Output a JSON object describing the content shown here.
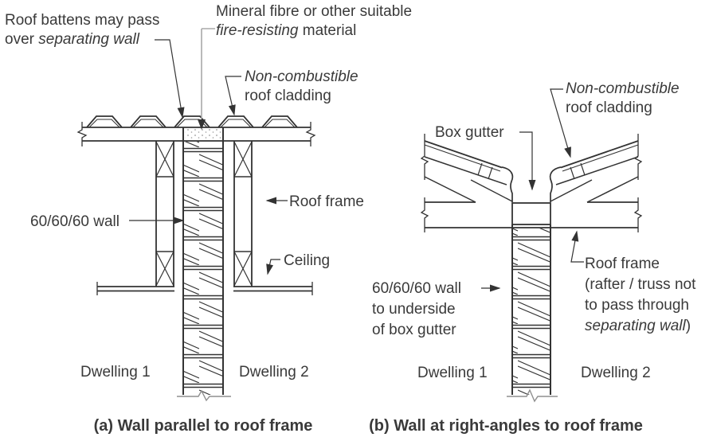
{
  "colors": {
    "ink": "#333333",
    "gray_leader": "#a8a8a8",
    "stipple_dots": "#999999"
  },
  "panel_a": {
    "caption": "(a) Wall parallel to roof frame",
    "labels": {
      "roof_battens": {
        "line1": "Roof battens may pass",
        "line2_text": "over ",
        "line2_italic": "separating wall"
      },
      "mineral_fibre": {
        "line1": "Mineral fibre or other suitable",
        "line2_italic": "fire-resisting",
        "line2_text": " material"
      },
      "roof_cladding": {
        "line1_italic": "Non-combustible",
        "line2": "roof cladding"
      },
      "wall": "60/60/60 wall",
      "roof_frame": "Roof frame",
      "ceiling": "Ceiling",
      "dwelling_left": "Dwelling 1",
      "dwelling_right": "Dwelling 2"
    }
  },
  "panel_b": {
    "caption": "(b) Wall at right-angles to roof frame",
    "labels": {
      "box_gutter": "Box gutter",
      "roof_cladding": {
        "line1_italic": "Non-combustible",
        "line2": "roof cladding"
      },
      "wall": {
        "line1": "60/60/60 wall",
        "line2": "to underside",
        "line3": "of box gutter"
      },
      "roof_frame": {
        "line1": "Roof frame",
        "line2": "(rafter / truss not",
        "line3": "to pass through",
        "line4_italic": "separating wall",
        "line4_text": ")"
      },
      "dwelling_left": "Dwelling 1",
      "dwelling_right": "Dwelling 2"
    }
  }
}
